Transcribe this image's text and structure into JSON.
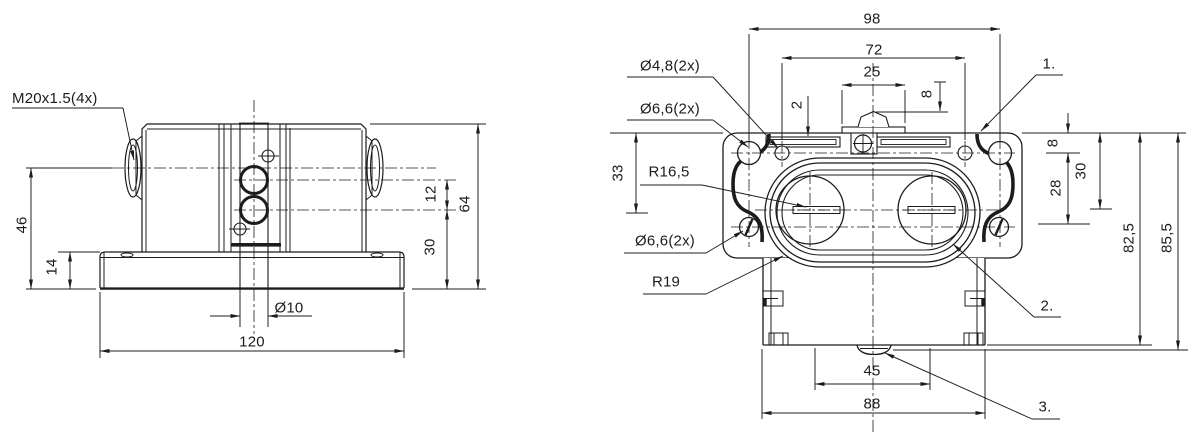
{
  "colors": {
    "line": "#1c1c1c",
    "background": "#ffffff"
  },
  "front_view": {
    "thread_label": "M20x1.5(4x)",
    "dim_46": "46",
    "dim_14": "14",
    "dim_12": "12",
    "dim_30": "30",
    "dim_64": "64",
    "dim_slot_dia": "Ø10",
    "dim_120": "120"
  },
  "top_view": {
    "dim_98": "98",
    "dim_72": "72",
    "dim_25": "25",
    "dim_8_top": "8",
    "dim_2": "2",
    "dim_33": "33",
    "label_hole_4_8": "Ø4,8(2x)",
    "label_hole_6_6_top": "Ø6,6(2x)",
    "label_radius_16_5": "R16,5",
    "label_hole_6_6_bottom": "Ø6,6(2x)",
    "label_radius_19": "R19",
    "callout_1": "1.",
    "callout_2": "2.",
    "callout_3": "3.",
    "dim_8_right": "8",
    "dim_28": "28",
    "dim_30": "30",
    "dim_82_5": "82,5",
    "dim_85_5": "85,5",
    "dim_45": "45",
    "dim_88": "88"
  }
}
